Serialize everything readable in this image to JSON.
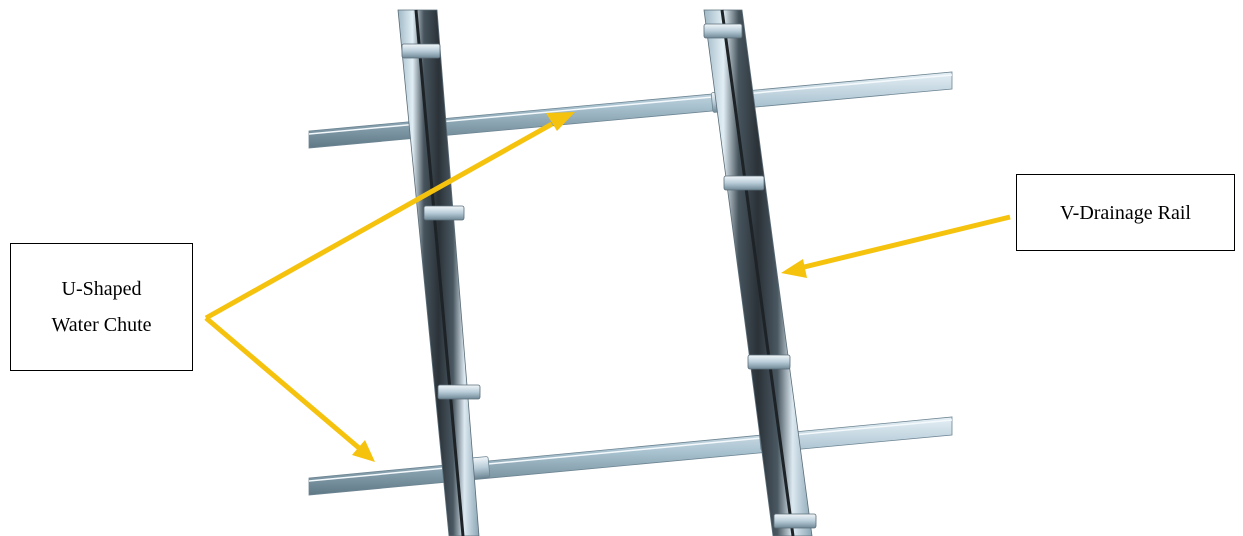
{
  "labels": {
    "u_chute": {
      "line1": "U-Shaped",
      "line2": "Water Chute"
    },
    "v_rail": "V-Drainage Rail"
  },
  "colors": {
    "arrow": "#f5c20e",
    "rail_light": "#c9dbe6",
    "rail_mid": "#8fb0c2",
    "rail_dark": "#3f4f5a",
    "channel": "#2b3238"
  }
}
